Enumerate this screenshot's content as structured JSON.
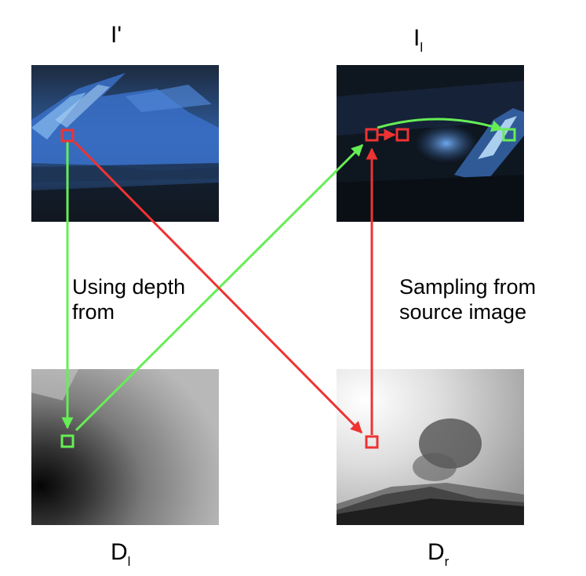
{
  "labels": {
    "i_prime": "I'",
    "i_l_main": "I",
    "i_l_sub": "l",
    "d_l_main": "D",
    "d_l_sub": "l",
    "d_r_main": "D",
    "d_r_sub": "r"
  },
  "captions": {
    "left": [
      "Using depth",
      "from"
    ],
    "right": [
      "Sampling from",
      "source image"
    ]
  },
  "colors": {
    "green_path": "#66ee55",
    "red_path": "#ee3333"
  }
}
